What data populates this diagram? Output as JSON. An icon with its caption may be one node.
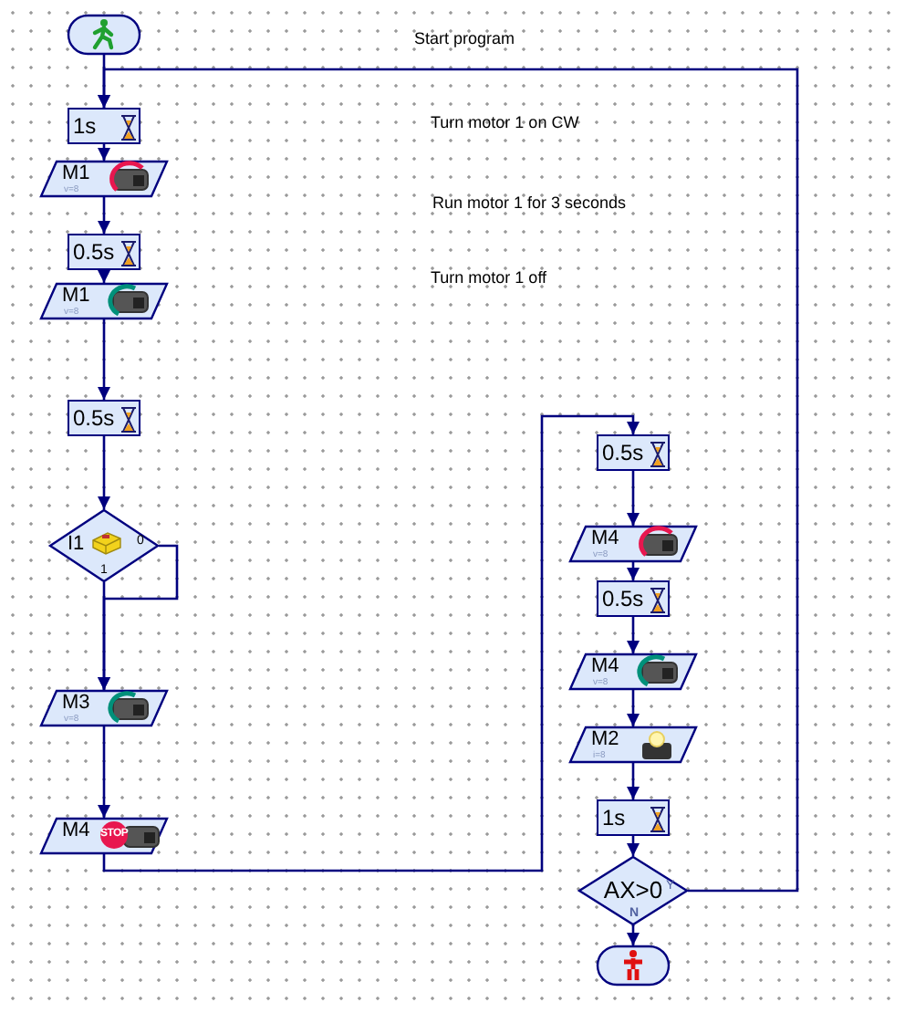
{
  "diagram": {
    "nodes": [
      {
        "text": [],
        "shape": "box"
      },
      {
        "text": [
          "1s"
        ]
      },
      {
        "text": [
          "M1",
          "v=8"
        ]
      },
      {
        "text": [
          "0.5s"
        ]
      },
      {
        "text": [
          "M1",
          "v=8"
        ]
      },
      {
        "text": [
          "0.5s"
        ]
      },
      {
        "text": [
          "I1",
          "0",
          "1"
        ]
      },
      {
        "text": [
          "M3",
          "v=8"
        ]
      },
      {
        "text": [
          "M4",
          "STOP"
        ]
      },
      {
        "text": [
          "0.5s"
        ]
      },
      {
        "text": [
          "M4",
          "v=8"
        ]
      },
      {
        "text": [
          "0.5s"
        ]
      },
      {
        "text": [
          "M4",
          "v=8"
        ]
      },
      {
        "text": [
          "M2",
          "i=8"
        ]
      },
      {
        "text": [
          "1s"
        ]
      },
      {
        "text": [
          "AX>0",
          "Y",
          "N"
        ]
      },
      {
        "text": [],
        "shape": "box"
      }
    ],
    "edges": [
      {
        "from": 0,
        "to": 1,
        "arrow": "to"
      },
      {
        "from": 1,
        "to": 2,
        "arrow": "to"
      },
      {
        "from": 2,
        "to": 3,
        "arrow": "to"
      },
      {
        "from": 3,
        "to": 4,
        "arrow": "to"
      },
      {
        "from": 4,
        "to": 5,
        "arrow": "to"
      },
      {
        "from": 5,
        "to": 6,
        "arrow": "to"
      },
      {
        "from": 6,
        "to": 7,
        "arrow": "to"
      },
      {
        "from": 6,
        "to": 7,
        "arrow": "to"
      },
      {
        "from": 7,
        "to": 8,
        "arrow": "to"
      },
      {
        "from": 8,
        "to": 9,
        "arrow": "to"
      },
      {
        "from": 9,
        "to": 10,
        "arrow": "to"
      },
      {
        "from": 10,
        "to": 11,
        "arrow": "to"
      },
      {
        "from": 11,
        "to": 12,
        "arrow": "to"
      },
      {
        "from": 12,
        "to": 13,
        "arrow": "to"
      },
      {
        "from": 13,
        "to": 14,
        "arrow": "to"
      },
      {
        "from": 14,
        "to": 15,
        "arrow": "to"
      },
      {
        "from": 15,
        "to": 16,
        "arrow": "to"
      },
      {
        "from": 15,
        "to": 1,
        "arrow": "to"
      }
    ],
    "labels": [
      "Start program",
      "Turn motor 1 on CW",
      "Run motor 1 for 3 seconds",
      "Turn motor 1 off"
    ]
  }
}
